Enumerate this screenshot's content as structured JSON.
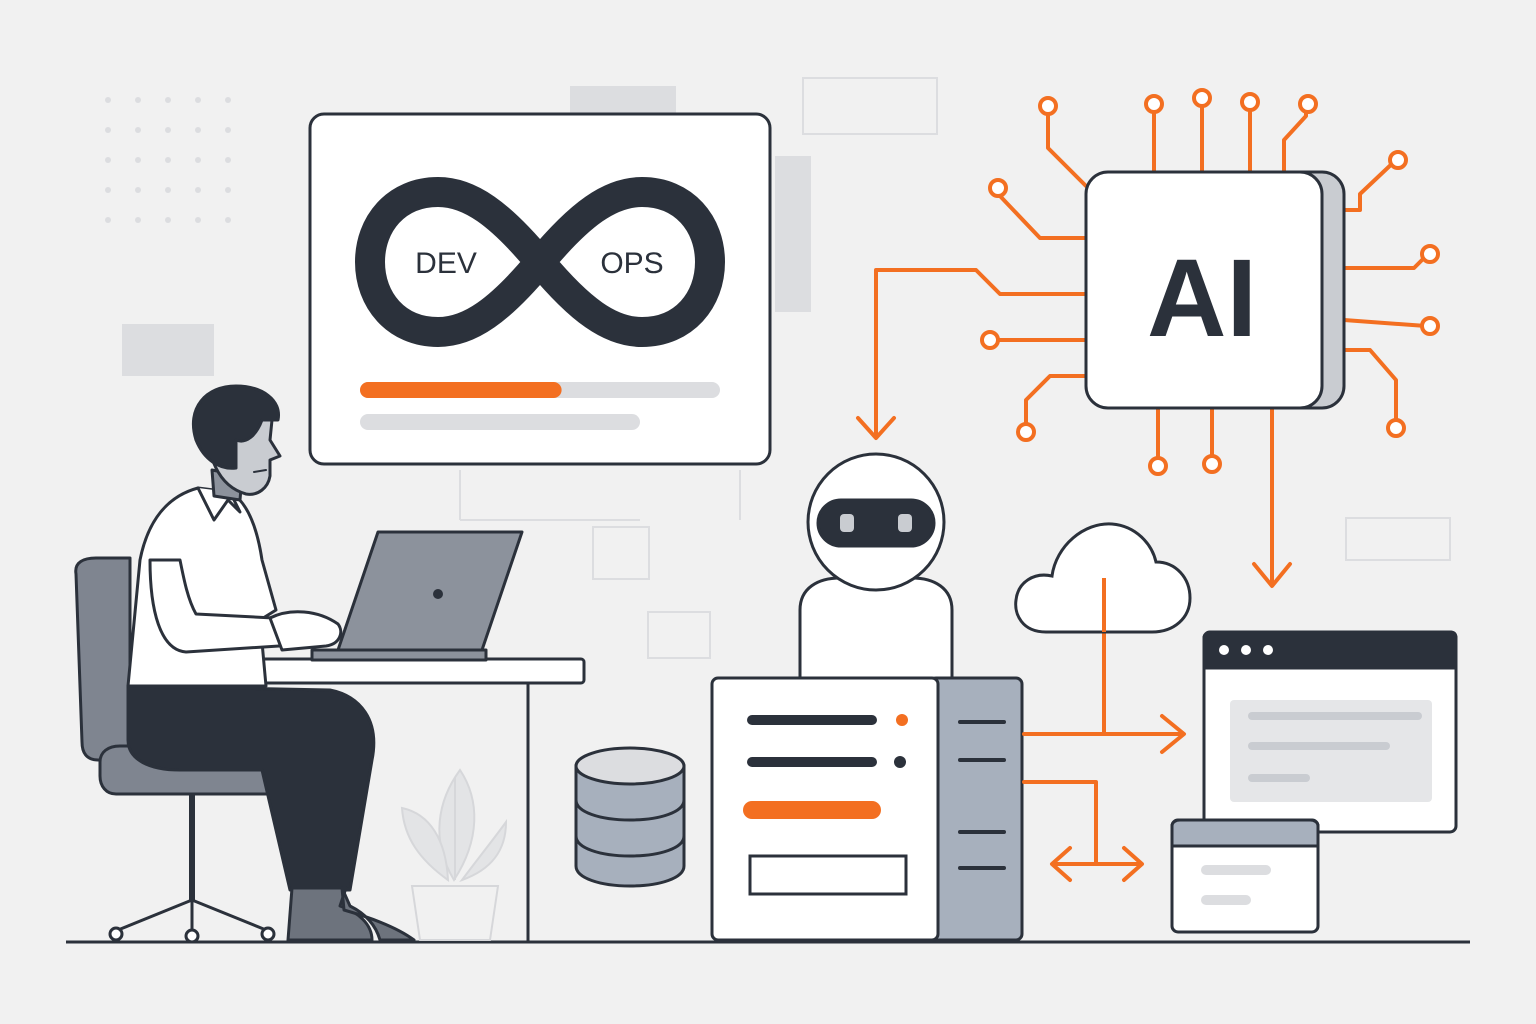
{
  "devops_panel": {
    "dev_label": "DEV",
    "ops_label": "OPS",
    "progress": 0.56
  },
  "ai_chip": {
    "label": "AI"
  },
  "colors": {
    "background": "#f1f1f1",
    "ink": "#2b313b",
    "accent": "#f36f21",
    "panel": "#ffffff",
    "gray_light": "#dcdde0",
    "gray_mid": "#8c929c",
    "server_side": "#a7b0bd"
  },
  "icons": [
    "devops-infinity-icon",
    "ai-chip-icon",
    "robot-icon",
    "cloud-icon",
    "database-icon",
    "server-icon",
    "browser-window-icon",
    "laptop-icon",
    "plant-icon",
    "office-chair-icon"
  ]
}
